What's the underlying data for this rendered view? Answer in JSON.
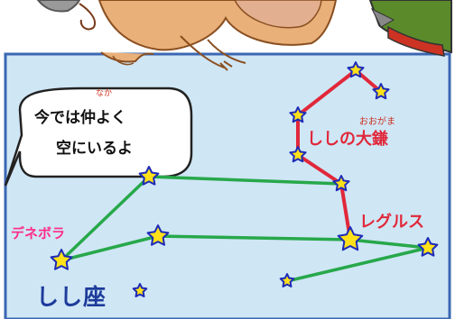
{
  "bubble": {
    "line1": "今では仲よく",
    "line2": "空にいるよ",
    "ruby": "なか"
  },
  "labels": {
    "sickle": "ししの大鎌",
    "sickle_ruby": "おおがま",
    "regulus": "レグルス",
    "denebola": "デネボラ",
    "title": "しし座"
  },
  "colors": {
    "sky": "#cfe6f5",
    "frame": "#3b67b3",
    "sickle_line": "#e0283a",
    "body_line": "#27a84a",
    "star_fill": "#ffe11a",
    "star_outline": "#1d2bb8"
  }
}
